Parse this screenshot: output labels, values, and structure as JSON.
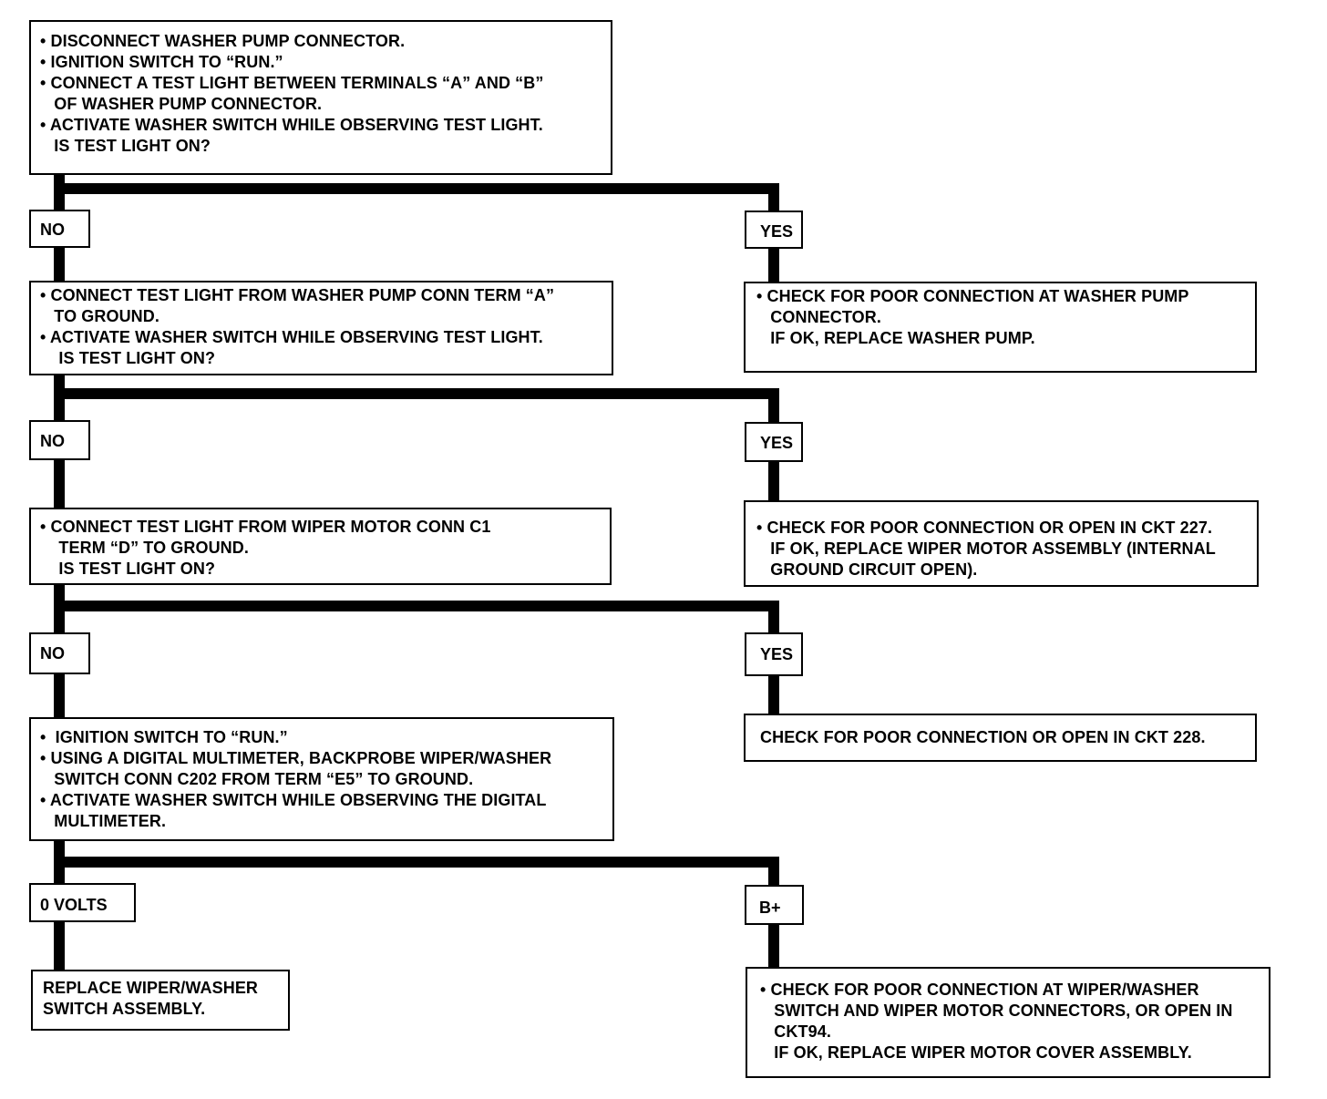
{
  "steps": {
    "s1": [
      "• DISCONNECT WASHER PUMP CONNECTOR.",
      "• IGNITION SWITCH TO “RUN.”",
      "• CONNECT A TEST LIGHT BETWEEN TERMINALS “A” AND “B”",
      "   OF WASHER PUMP CONNECTOR.",
      "• ACTIVATE WASHER SWITCH WHILE OBSERVING TEST LIGHT.",
      "   IS TEST LIGHT ON?"
    ],
    "s2": [
      "• CONNECT TEST LIGHT FROM WASHER PUMP CONN TERM “A”",
      "   TO GROUND.",
      "• ACTIVATE WASHER SWITCH WHILE OBSERVING TEST LIGHT.",
      "    IS TEST LIGHT ON?"
    ],
    "r1": [
      "• CHECK FOR POOR CONNECTION AT WASHER PUMP",
      "   CONNECTOR.",
      "   IF OK, REPLACE WASHER PUMP."
    ],
    "s3": [
      "• CONNECT TEST LIGHT FROM WIPER MOTOR CONN C1",
      "    TERM “D” TO GROUND.",
      "    IS TEST LIGHT ON?"
    ],
    "r2": [
      "• CHECK FOR POOR CONNECTION OR OPEN IN CKT 227.",
      "   IF OK, REPLACE WIPER MOTOR ASSEMBLY (INTERNAL",
      "   GROUND CIRCUIT OPEN)."
    ],
    "s4": [
      "•  IGNITION SWITCH TO “RUN.”",
      "• USING A DIGITAL MULTIMETER, BACKPROBE WIPER/WASHER",
      "   SWITCH CONN C202 FROM TERM “E5” TO GROUND.",
      "• ACTIVATE WASHER SWITCH WHILE OBSERVING THE DIGITAL",
      "   MULTIMETER."
    ],
    "r3": [
      "CHECK FOR POOR CONNECTION OR OPEN IN CKT 228."
    ],
    "r4": [
      "REPLACE WIPER/WASHER",
      "SWITCH ASSEMBLY."
    ],
    "r5": [
      "• CHECK FOR POOR CONNECTION AT WIPER/WASHER",
      "   SWITCH AND WIPER MOTOR CONNECTORS, OR OPEN IN",
      "   CKT94.",
      "   IF OK, REPLACE WIPER MOTOR COVER ASSEMBLY."
    ]
  },
  "labels": {
    "no1": "NO",
    "yes1": "YES",
    "no2": "NO",
    "yes2": "YES",
    "no3": "NO",
    "yes3": "YES",
    "zero_volts": "0 VOLTS",
    "b_plus": "B+"
  }
}
